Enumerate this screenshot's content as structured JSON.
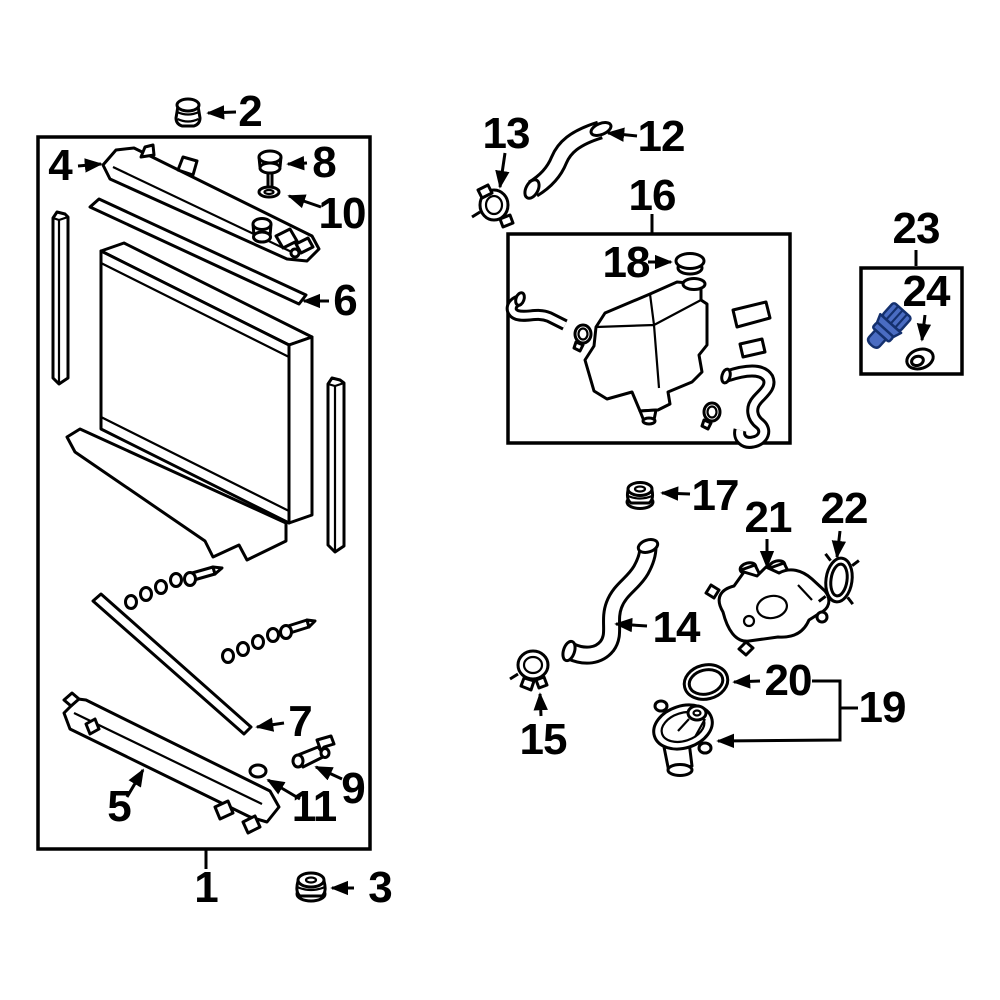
{
  "figure": {
    "type": "exploded-parts-diagram",
    "subject": "radiator and coolant system parts",
    "background_color": "#ffffff",
    "line_color": "#000000"
  },
  "highlight": {
    "fill": "#4a6cc2",
    "stroke": "#14306e",
    "highlighted_part_icon": "coolant-temperature-sensor",
    "highlighted_callout": "23"
  },
  "callouts": {
    "n1": "1",
    "n2": "2",
    "n3": "3",
    "n4": "4",
    "n5": "5",
    "n6": "6",
    "n7": "7",
    "n8": "8",
    "n9": "9",
    "n10": "10",
    "n11": "11",
    "n12": "12",
    "n13": "13",
    "n14": "14",
    "n15": "15",
    "n16": "16",
    "n17": "17",
    "n18": "18",
    "n19": "19",
    "n20": "20",
    "n21": "21",
    "n22": "22",
    "n23": "23",
    "n24": "24"
  }
}
